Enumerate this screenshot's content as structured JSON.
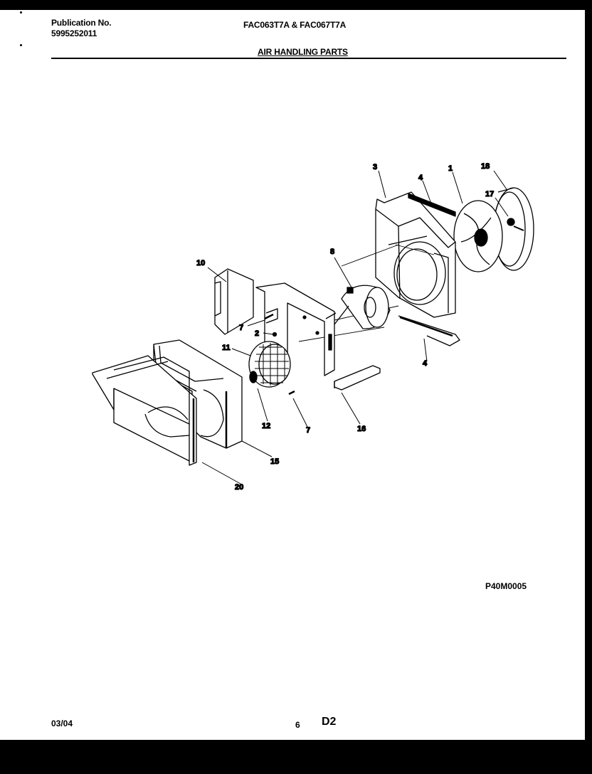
{
  "header": {
    "publication_label": "Publication No.",
    "publication_number": "5995252011",
    "models": "FAC063T7A & FAC067T7A",
    "section_title": "AIR HANDLING PARTS"
  },
  "callouts": {
    "p1": "1",
    "p2": "2",
    "p3": "3",
    "p4a": "4",
    "p4b": "4",
    "p7a": "7",
    "p7b": "7",
    "p8": "8",
    "p10": "10",
    "p11": "11",
    "p12": "12",
    "p15": "15",
    "p16": "16",
    "p17": "17",
    "p18": "18",
    "p20": "20"
  },
  "footer": {
    "drawing_number": "P40M0005",
    "date": "03/04",
    "page": "6",
    "code": "D2"
  }
}
